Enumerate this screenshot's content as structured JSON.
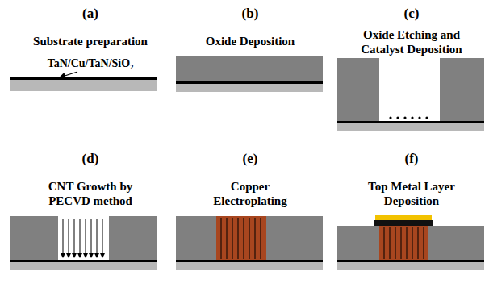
{
  "diagram": {
    "labels": [
      "(a)",
      "(b)",
      "(c)",
      "Substrate preparation",
      "Oxide Deposition",
      "Oxide Etching and Catalyst Deposition",
      "TaN/Cu/TaN/SiO₂",
      "(d)",
      "(e)",
      "(f)",
      "CNT Growth by PECVD method",
      "Copper Electroplating",
      "Top Metal Layer Deposition"
    ]
  }
}
